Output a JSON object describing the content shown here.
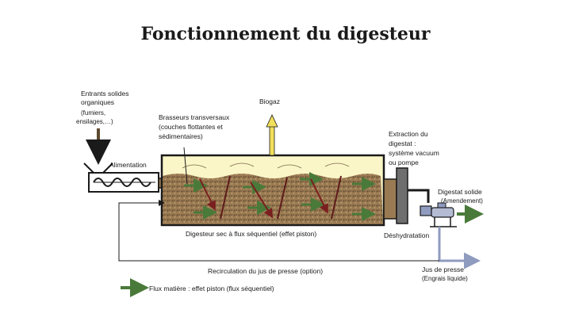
{
  "title": "Fonctionnement du digesteur",
  "labels": {
    "inputs_line1": "Entrants solides",
    "inputs_line2": "organiques",
    "inputs_line3": "(fumiers,",
    "inputs_line4": "ensilages,…)",
    "alimentation": "Alimentation",
    "mixers_line1": "Brasseurs transversaux",
    "mixers_line2": "(couches flottantes et",
    "mixers_line3": "sédimentaires)",
    "biogas": "Biogaz",
    "extraction_line1": "Extraction du",
    "extraction_line2": "digestat :",
    "extraction_line3": "système vacuum",
    "extraction_line4": "ou pompe",
    "solid_digestate": "Digestat solide",
    "amendment": "(Amendement)",
    "digester": "Digesteur sec à flux séquentiel (effet piston)",
    "dehydration": "Déshydratation",
    "recirculation": "Recirculation du jus de presse (option)",
    "press_juice": "Jus de presse",
    "liquid_fertilizer": "(Engrais liquide)",
    "legend": "Flux matière : effet piston (flux séquentiel)"
  },
  "colors": {
    "substrate": "#9a7a52",
    "substrate_dark": "#5e4a30",
    "headspace": "#fbf6c8",
    "flow_green": "#4a7a3a",
    "mixer_red": "#7a1f1f",
    "biogas_yellow": "#f2df5a",
    "liquid_blue": "#8f9bbf",
    "pipe_grey": "#6e6e6e"
  }
}
